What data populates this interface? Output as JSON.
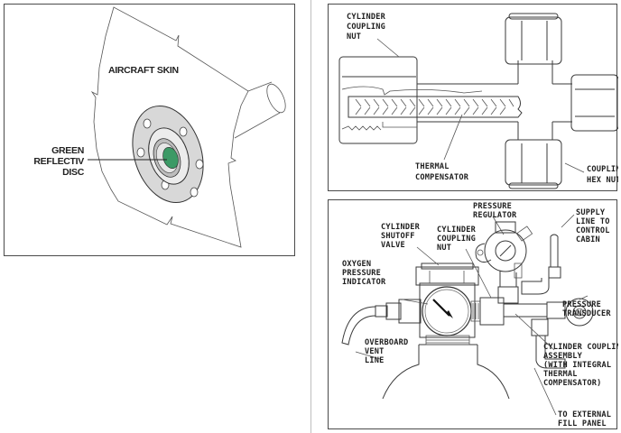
{
  "panels": {
    "aircraft_skin": {
      "labels": {
        "skin": "AIRCRAFT SKIN",
        "disc_line1": "GREEN",
        "disc_line2": "REFLECTIV",
        "disc_line3": "DISC"
      },
      "colors": {
        "disc": "#3c9a66",
        "flange": "#d8d8d8"
      }
    },
    "coupling_detail": {
      "labels": {
        "nut_line1": "CYLINDER",
        "nut_line2": "COUPLING",
        "nut_line3": "NUT",
        "thermal_line1": "THERMAL",
        "thermal_line2": "COMPENSATOR",
        "hex_line1": "COUPLING",
        "hex_line2": "HEX NUT"
      }
    },
    "cylinder_assembly": {
      "labels": {
        "regulator_line1": "PRESSURE",
        "regulator_line2": "REGULATOR",
        "supply_line1": "SUPPLY",
        "supply_line2": "LINE TO",
        "supply_line3": "CONTROL",
        "supply_line4": "CABIN",
        "shutoff_line1": "CYLINDER",
        "shutoff_line2": "SHUTOFF",
        "shutoff_line3": "VALVE",
        "cnut_line1": "CYLINDER",
        "cnut_line2": "COUPLING",
        "cnut_line3": "NUT",
        "indicator_line1": "OXYGEN",
        "indicator_line2": "PRESSURE",
        "indicator_line3": "INDICATOR",
        "transducer_line1": "PRESSURE",
        "transducer_line2": "TRANSDUCER",
        "vent_line1": "OVERBOARD",
        "vent_line2": "VENT",
        "vent_line3": "LINE",
        "assembly_line1": "CYLINDER COUPLING",
        "assembly_line2": "ASSEMBLY",
        "assembly_line3": "(WITH INTEGRAL",
        "assembly_line4": "THERMAL",
        "assembly_line5": "COMPENSATOR)",
        "fill_line1": "TO EXTERNAL",
        "fill_line2": "FILL PANEL"
      }
    }
  }
}
